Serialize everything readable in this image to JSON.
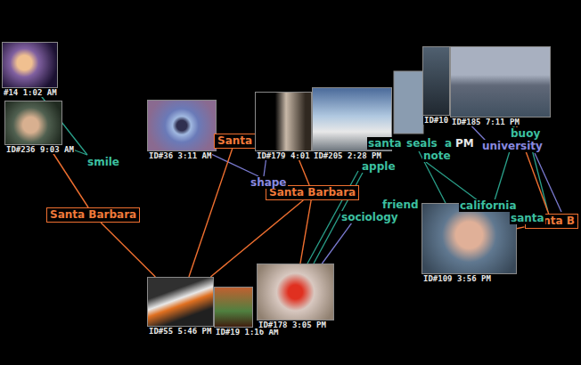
{
  "diagram": {
    "nodes": [
      {
        "text": [
          "#14 1:02 AM"
        ]
      },
      {
        "text": [
          "ID#236 9:03 AM"
        ]
      },
      {
        "text": [
          "ID#36 3:11 AM"
        ]
      },
      {
        "text": [
          "Santa"
        ]
      },
      {
        "text": [
          "ID#179 4:01"
        ]
      },
      {
        "text": [
          "ID#205 2:28 PM"
        ]
      },
      {
        "text": [
          "ID#10"
        ]
      },
      {
        "text": [
          "ID#185 7:11 PM"
        ]
      },
      {
        "text": [
          "Santa Barbara"
        ]
      },
      {
        "text": [
          "Santa Barbara"
        ]
      },
      {
        "text": [
          "ID#109 3:56 PM"
        ]
      },
      {
        "text": [
          "Santa B"
        ]
      },
      {
        "text": [
          "ID#55 5:46 PM"
        ]
      },
      {
        "text": [
          "ID#19 1:16 AM"
        ]
      },
      {
        "text": [
          "ID#178 3:05 PM"
        ]
      }
    ],
    "edges": [
      {
        "from": 9,
        "to": 1,
        "arrow": "none"
      },
      {
        "from": 9,
        "to": 12,
        "arrow": "none"
      },
      {
        "from": 8,
        "to": 12,
        "arrow": "none"
      },
      {
        "from": 8,
        "to": 14,
        "arrow": "none"
      },
      {
        "from": 8,
        "to": 4,
        "arrow": "none"
      },
      {
        "from": 3,
        "to": 12,
        "arrow": "none"
      },
      {
        "from": 11,
        "to": 7,
        "arrow": "none"
      },
      {
        "from": 11,
        "to": 10,
        "arrow": "none"
      }
    ],
    "labels": [
      "smile",
      "shape",
      "apple",
      "santa",
      "seals",
      "a",
      "PM",
      "note",
      "university",
      "buoy",
      "friend",
      "sociology",
      "california",
      "santa"
    ]
  }
}
